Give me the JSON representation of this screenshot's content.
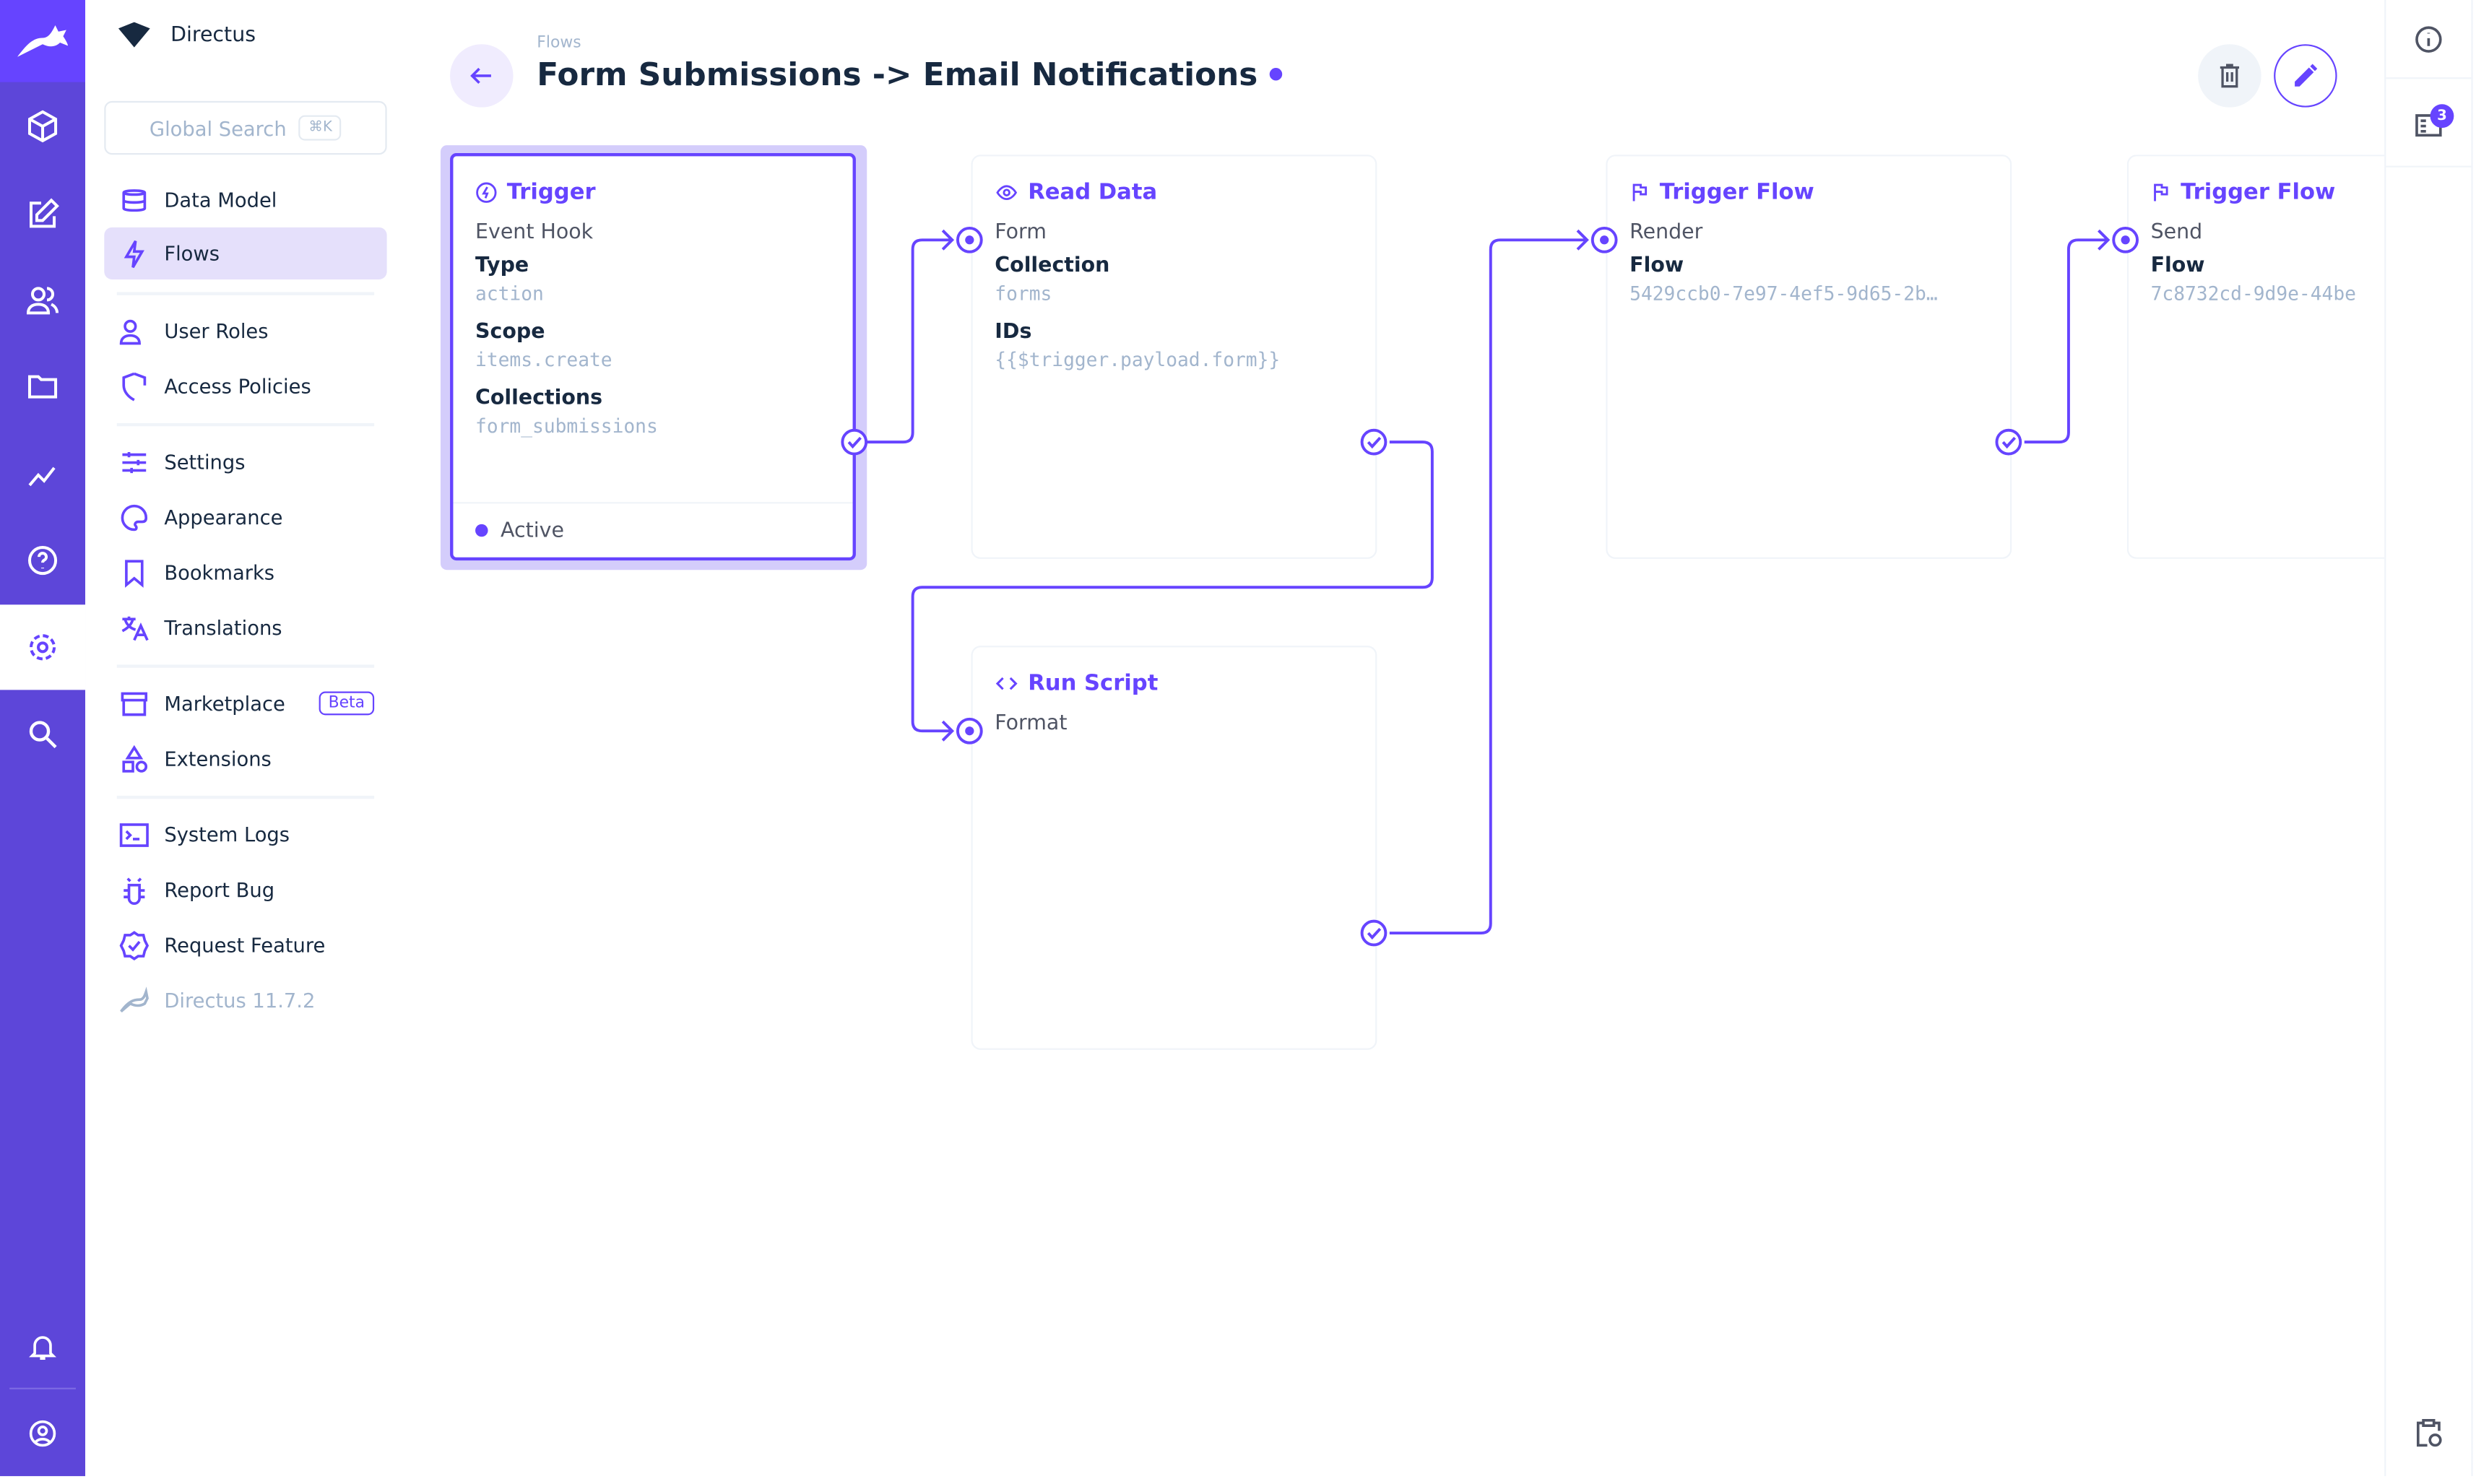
{
  "colors": {
    "accent": "#6644ff",
    "rail": "#5d46d9",
    "text": "#172940",
    "muted": "#a2b5cd"
  },
  "rail": {
    "items": [
      "box-icon",
      "edit-icon",
      "users-icon",
      "folder-icon",
      "insights-icon",
      "help-icon",
      "settings-icon",
      "search-icon",
      "bell-icon",
      "account-icon"
    ]
  },
  "nav": {
    "project": "Directus",
    "search_placeholder": "Global Search",
    "search_shortcut": "⌘K",
    "items": [
      {
        "label": "Data Model"
      },
      {
        "label": "Flows"
      },
      {
        "label": "User Roles"
      },
      {
        "label": "Access Policies"
      },
      {
        "label": "Settings"
      },
      {
        "label": "Appearance"
      },
      {
        "label": "Bookmarks"
      },
      {
        "label": "Translations"
      },
      {
        "label": "Marketplace",
        "badge": "Beta"
      },
      {
        "label": "Extensions"
      },
      {
        "label": "System Logs"
      },
      {
        "label": "Report Bug"
      },
      {
        "label": "Request Feature"
      },
      {
        "label": "Directus 11.7.2"
      }
    ]
  },
  "header": {
    "breadcrumb": "Flows",
    "title": "Form Submissions -> Email Notifications"
  },
  "sidebar_right": {
    "activity_count": "3"
  },
  "operations": {
    "trigger": {
      "title": "Trigger",
      "subtitle": "Event Hook",
      "type_label": "Type",
      "type": "action",
      "scope_label": "Scope",
      "scope": "items.create",
      "collections_label": "Collections",
      "collections": "form_submissions",
      "status": "Active"
    },
    "read": {
      "title": "Read Data",
      "name": "Form",
      "collection_label": "Collection",
      "collection": "forms",
      "ids_label": "IDs",
      "ids": "{{$trigger.payload.form}}"
    },
    "script": {
      "title": "Run Script",
      "name": "Format"
    },
    "flow1": {
      "title": "Trigger Flow",
      "name": "Render",
      "flow_label": "Flow",
      "flow": "5429ccb0-7e97-4ef5-9d65-2b…"
    },
    "flow2": {
      "title": "Trigger Flow",
      "name": "Send",
      "flow_label": "Flow",
      "flow": "7c8732cd-9d9e-44be"
    }
  }
}
